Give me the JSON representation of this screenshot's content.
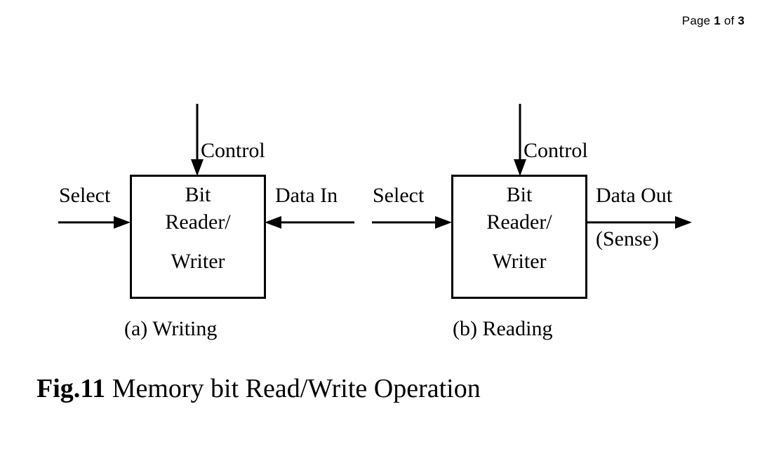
{
  "header": {
    "prefix": "Page",
    "current_page": "1",
    "separator": "of",
    "total_pages": "3"
  },
  "figure": {
    "caption_number": "Fig.11",
    "caption_title": "Memory bit Read/Write Operation",
    "stroke_color": "#000000",
    "background_color": "#ffffff",
    "diagrams": [
      {
        "id": "writing",
        "sub_caption": "(a)  Writing",
        "box": {
          "line1": "Bit",
          "line2": "Reader/",
          "line3": "Writer"
        },
        "ports": {
          "top": "Control",
          "left": "Select",
          "right": "Data In",
          "right_secondary": ""
        }
      },
      {
        "id": "reading",
        "sub_caption": "(b) Reading",
        "box": {
          "line1": "Bit",
          "line2": "Reader/",
          "line3": "Writer"
        },
        "ports": {
          "top": "Control",
          "left": "Select",
          "right": "Data Out",
          "right_secondary": "(Sense)"
        }
      }
    ]
  }
}
